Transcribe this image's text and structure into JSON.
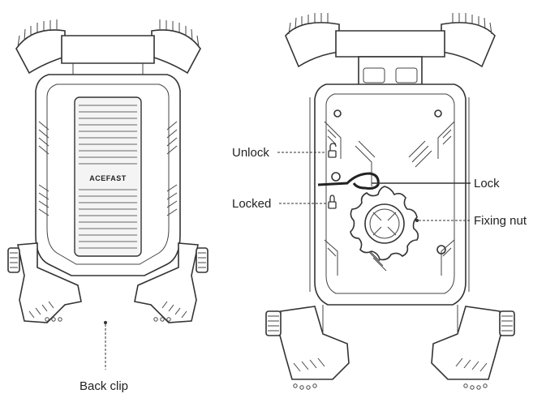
{
  "diagram": {
    "brand": "ACEFAST",
    "callouts": {
      "unlock": "Unlock",
      "locked": "Locked",
      "lock": "Lock",
      "fixing_nut": "Fixing nut",
      "back_clip": "Back clip"
    },
    "icons": [
      "padlock-open-icon",
      "padlock-closed-icon",
      "knurled-knob-icon"
    ]
  }
}
